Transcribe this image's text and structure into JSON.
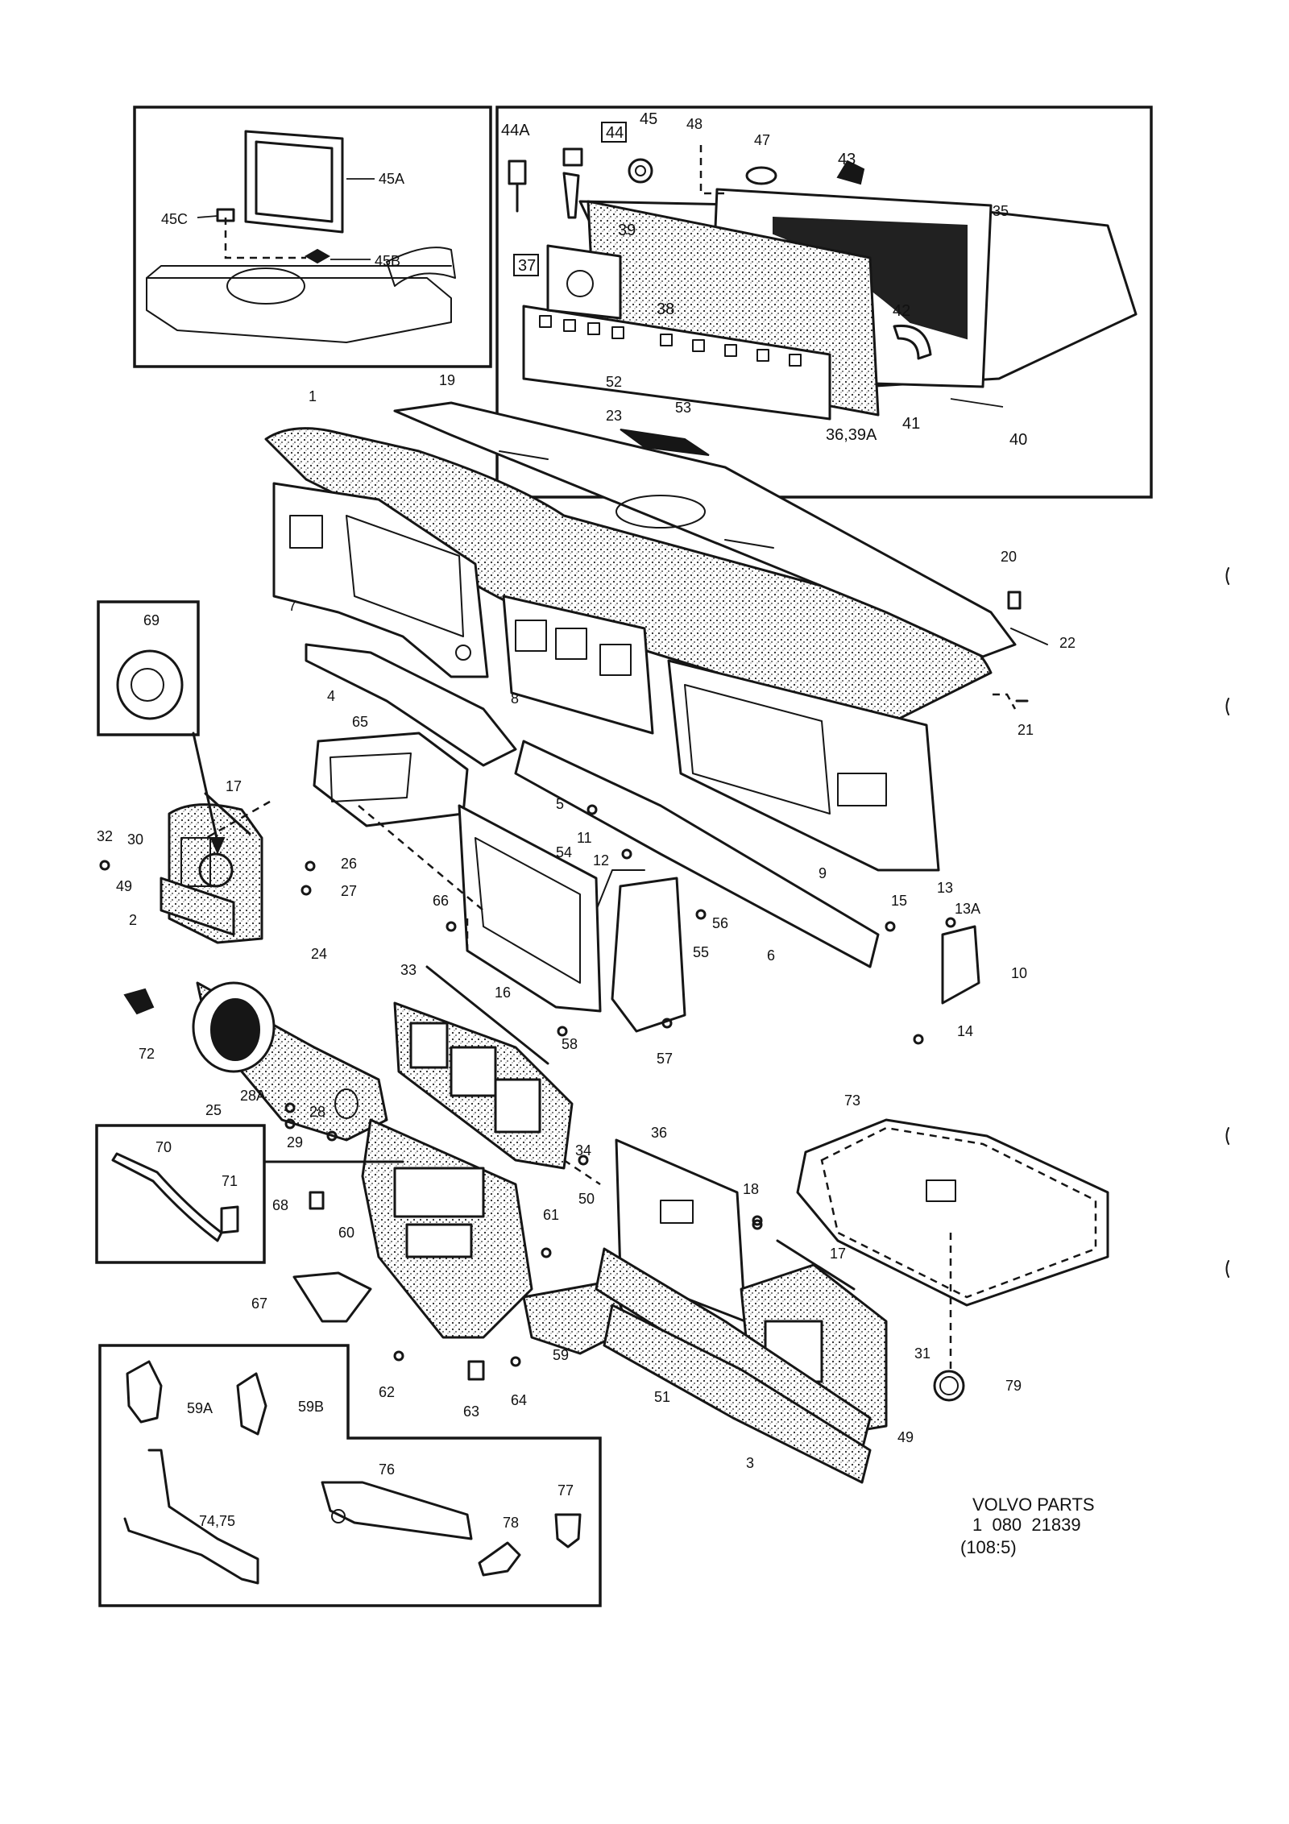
{
  "document": {
    "brand": "VOLVO PARTS",
    "part_number": "1  080  21839",
    "section_code": "(108:5)"
  },
  "inset_top_left": {
    "labels": [
      "45A",
      "45C",
      "45B"
    ]
  },
  "inset_top_right": {
    "labels": [
      "44A",
      "44",
      "45",
      "48",
      "47",
      "43",
      "35",
      "39",
      "37",
      "38",
      "42",
      "52",
      "53",
      "36,39A",
      "41",
      "40"
    ],
    "boxed_labels": [
      "44",
      "37"
    ]
  },
  "main_dashboard": {
    "labels": [
      "1",
      "19",
      "23",
      "20",
      "22",
      "21",
      "7",
      "8",
      "4",
      "65",
      "5",
      "11",
      "9",
      "12",
      "54",
      "66",
      "56",
      "55",
      "15",
      "13",
      "13A",
      "6",
      "10",
      "14",
      "58",
      "57",
      "16",
      "33",
      "17",
      "30",
      "32",
      "26",
      "27",
      "49",
      "2",
      "24",
      "72",
      "25",
      "28A",
      "28",
      "29",
      "34",
      "50",
      "36",
      "18",
      "73",
      "60",
      "61",
      "68",
      "67",
      "62",
      "64",
      "63",
      "59",
      "51",
      "31",
      "79",
      "3"
    ]
  },
  "inset_69": {
    "labels": [
      "69"
    ]
  },
  "inset_70_71": {
    "labels": [
      "70",
      "71"
    ]
  },
  "inset_bottom": {
    "labels": [
      "59A",
      "59B",
      "76",
      "77",
      "74,75",
      "78"
    ]
  }
}
